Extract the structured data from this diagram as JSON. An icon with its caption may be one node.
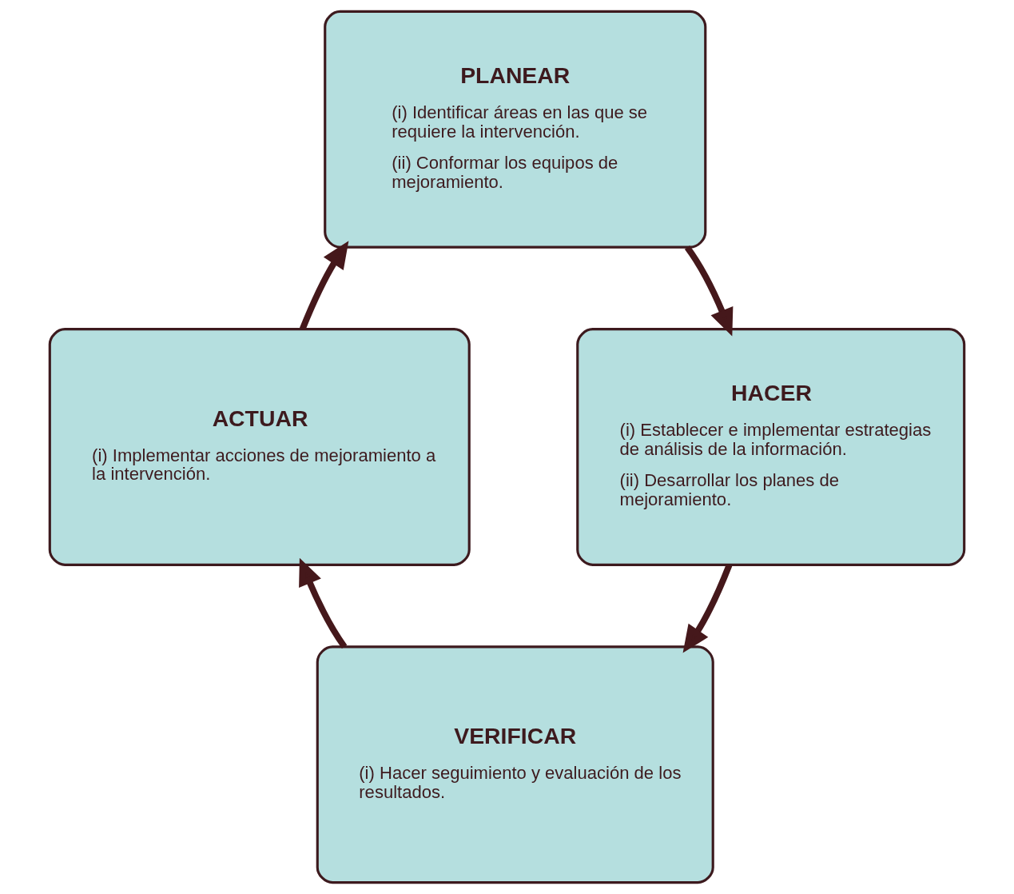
{
  "diagram": {
    "nodes": [
      {
        "text": [
          "PLANEAR",
          "(i) Identificar áreas en las que se requiere la intervención.",
          "(ii) Conformar los equipos de mejoramiento."
        ]
      },
      {
        "text": [
          "ACTUAR",
          "(i) Implementar acciones de mejoramiento a la intervención."
        ]
      },
      {
        "text": [
          "HACER",
          "(i) Establecer e implementar estrategias de análisis de la información.",
          "(ii) Desarrollar los planes de mejoramiento."
        ]
      },
      {
        "text": [
          "VERIFICAR",
          "(i) Hacer seguimiento y evaluación de los resultados."
        ]
      }
    ],
    "edges": [
      {
        "from": 0,
        "to": 2,
        "arrow": "to"
      },
      {
        "from": 2,
        "to": 3,
        "arrow": "to"
      },
      {
        "from": 3,
        "to": 1,
        "arrow": "to"
      },
      {
        "from": 1,
        "to": 0,
        "arrow": "to"
      }
    ]
  }
}
